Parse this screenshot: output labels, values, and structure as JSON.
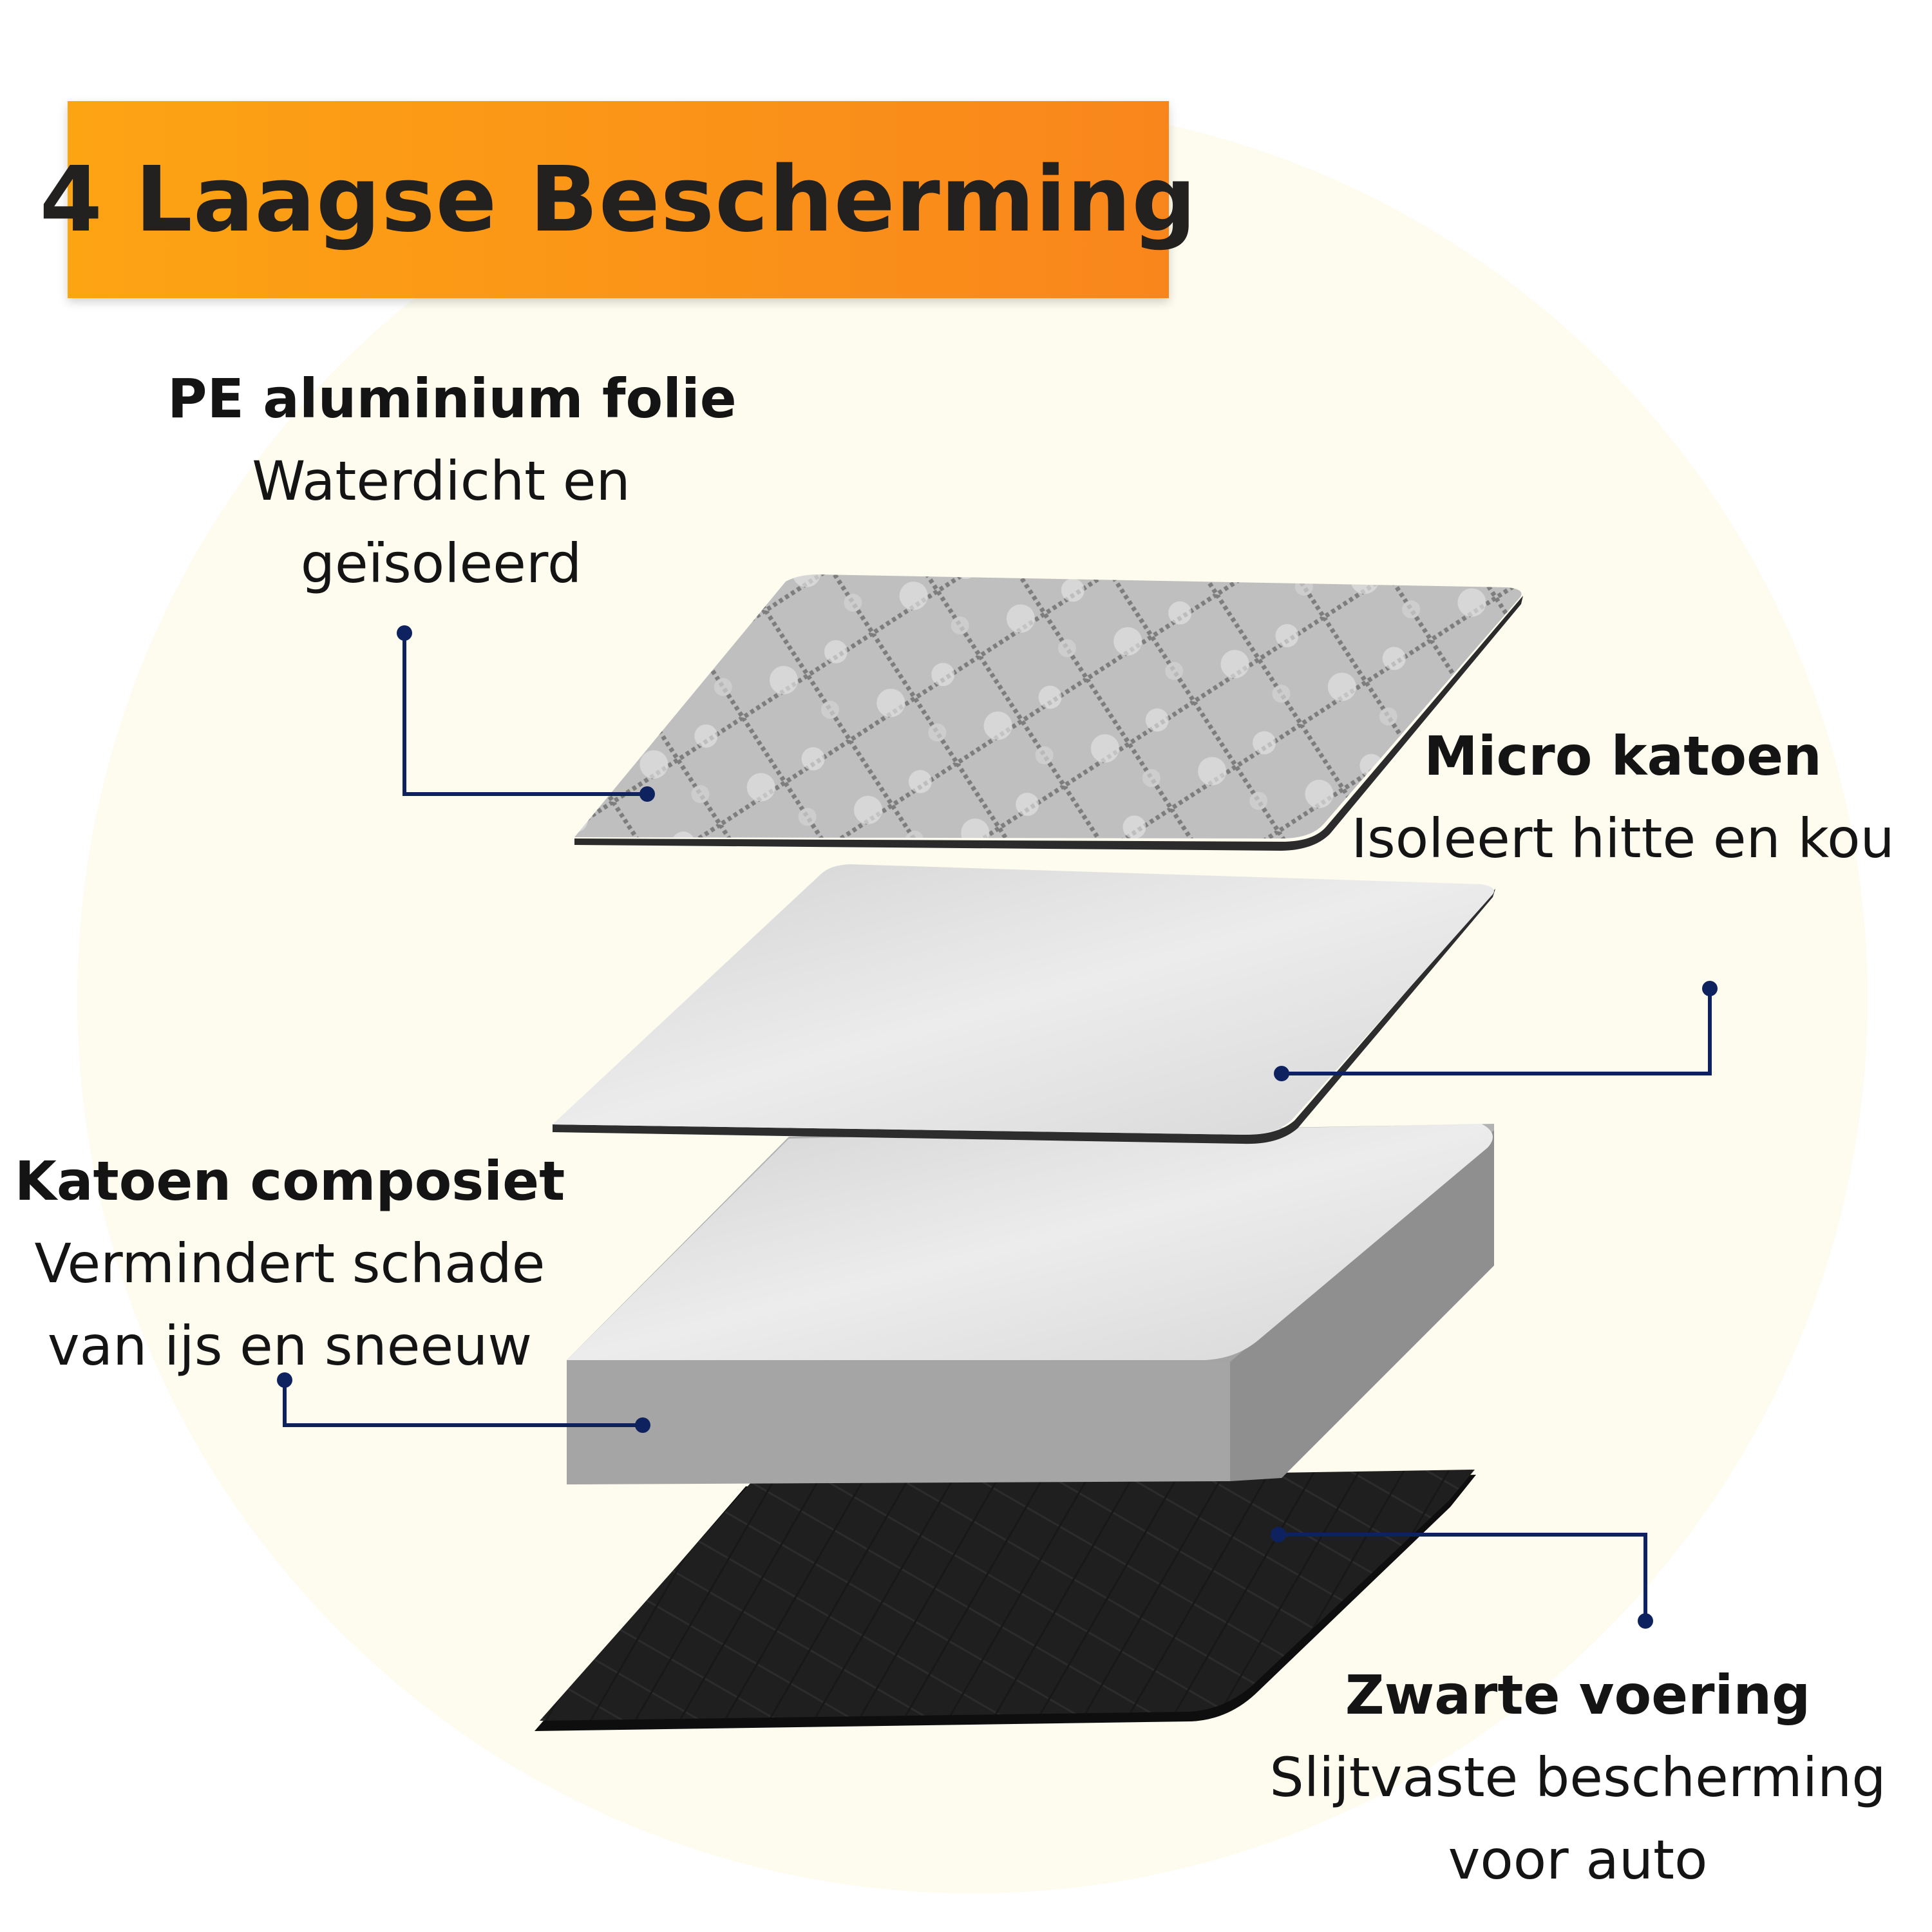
{
  "title": "4 Laagse Bescherming",
  "layers": [
    {
      "id": "pe",
      "name": "PE aluminium folie",
      "desc_lines": [
        "Waterdicht en",
        "geïsoleerd"
      ]
    },
    {
      "id": "micro",
      "name": "Micro katoen",
      "desc_lines": [
        "Isoleert hitte en kou"
      ]
    },
    {
      "id": "composiet",
      "name": "Katoen composiet",
      "desc_lines": [
        "Vermindert schade",
        "van ijs en sneeuw"
      ]
    },
    {
      "id": "zwart",
      "name": "Zwarte voering",
      "desc_lines": [
        "Slijtvaste bescherming",
        "voor auto"
      ]
    }
  ],
  "colors": {
    "banner_start": "#fda413",
    "banner_end": "#f9861c",
    "background_circle": "#fdfcef",
    "callout_line": "#0f2260",
    "foil": "#b9b9b9",
    "cotton": "#dcdcdc",
    "lining": "#1e1e1e"
  }
}
